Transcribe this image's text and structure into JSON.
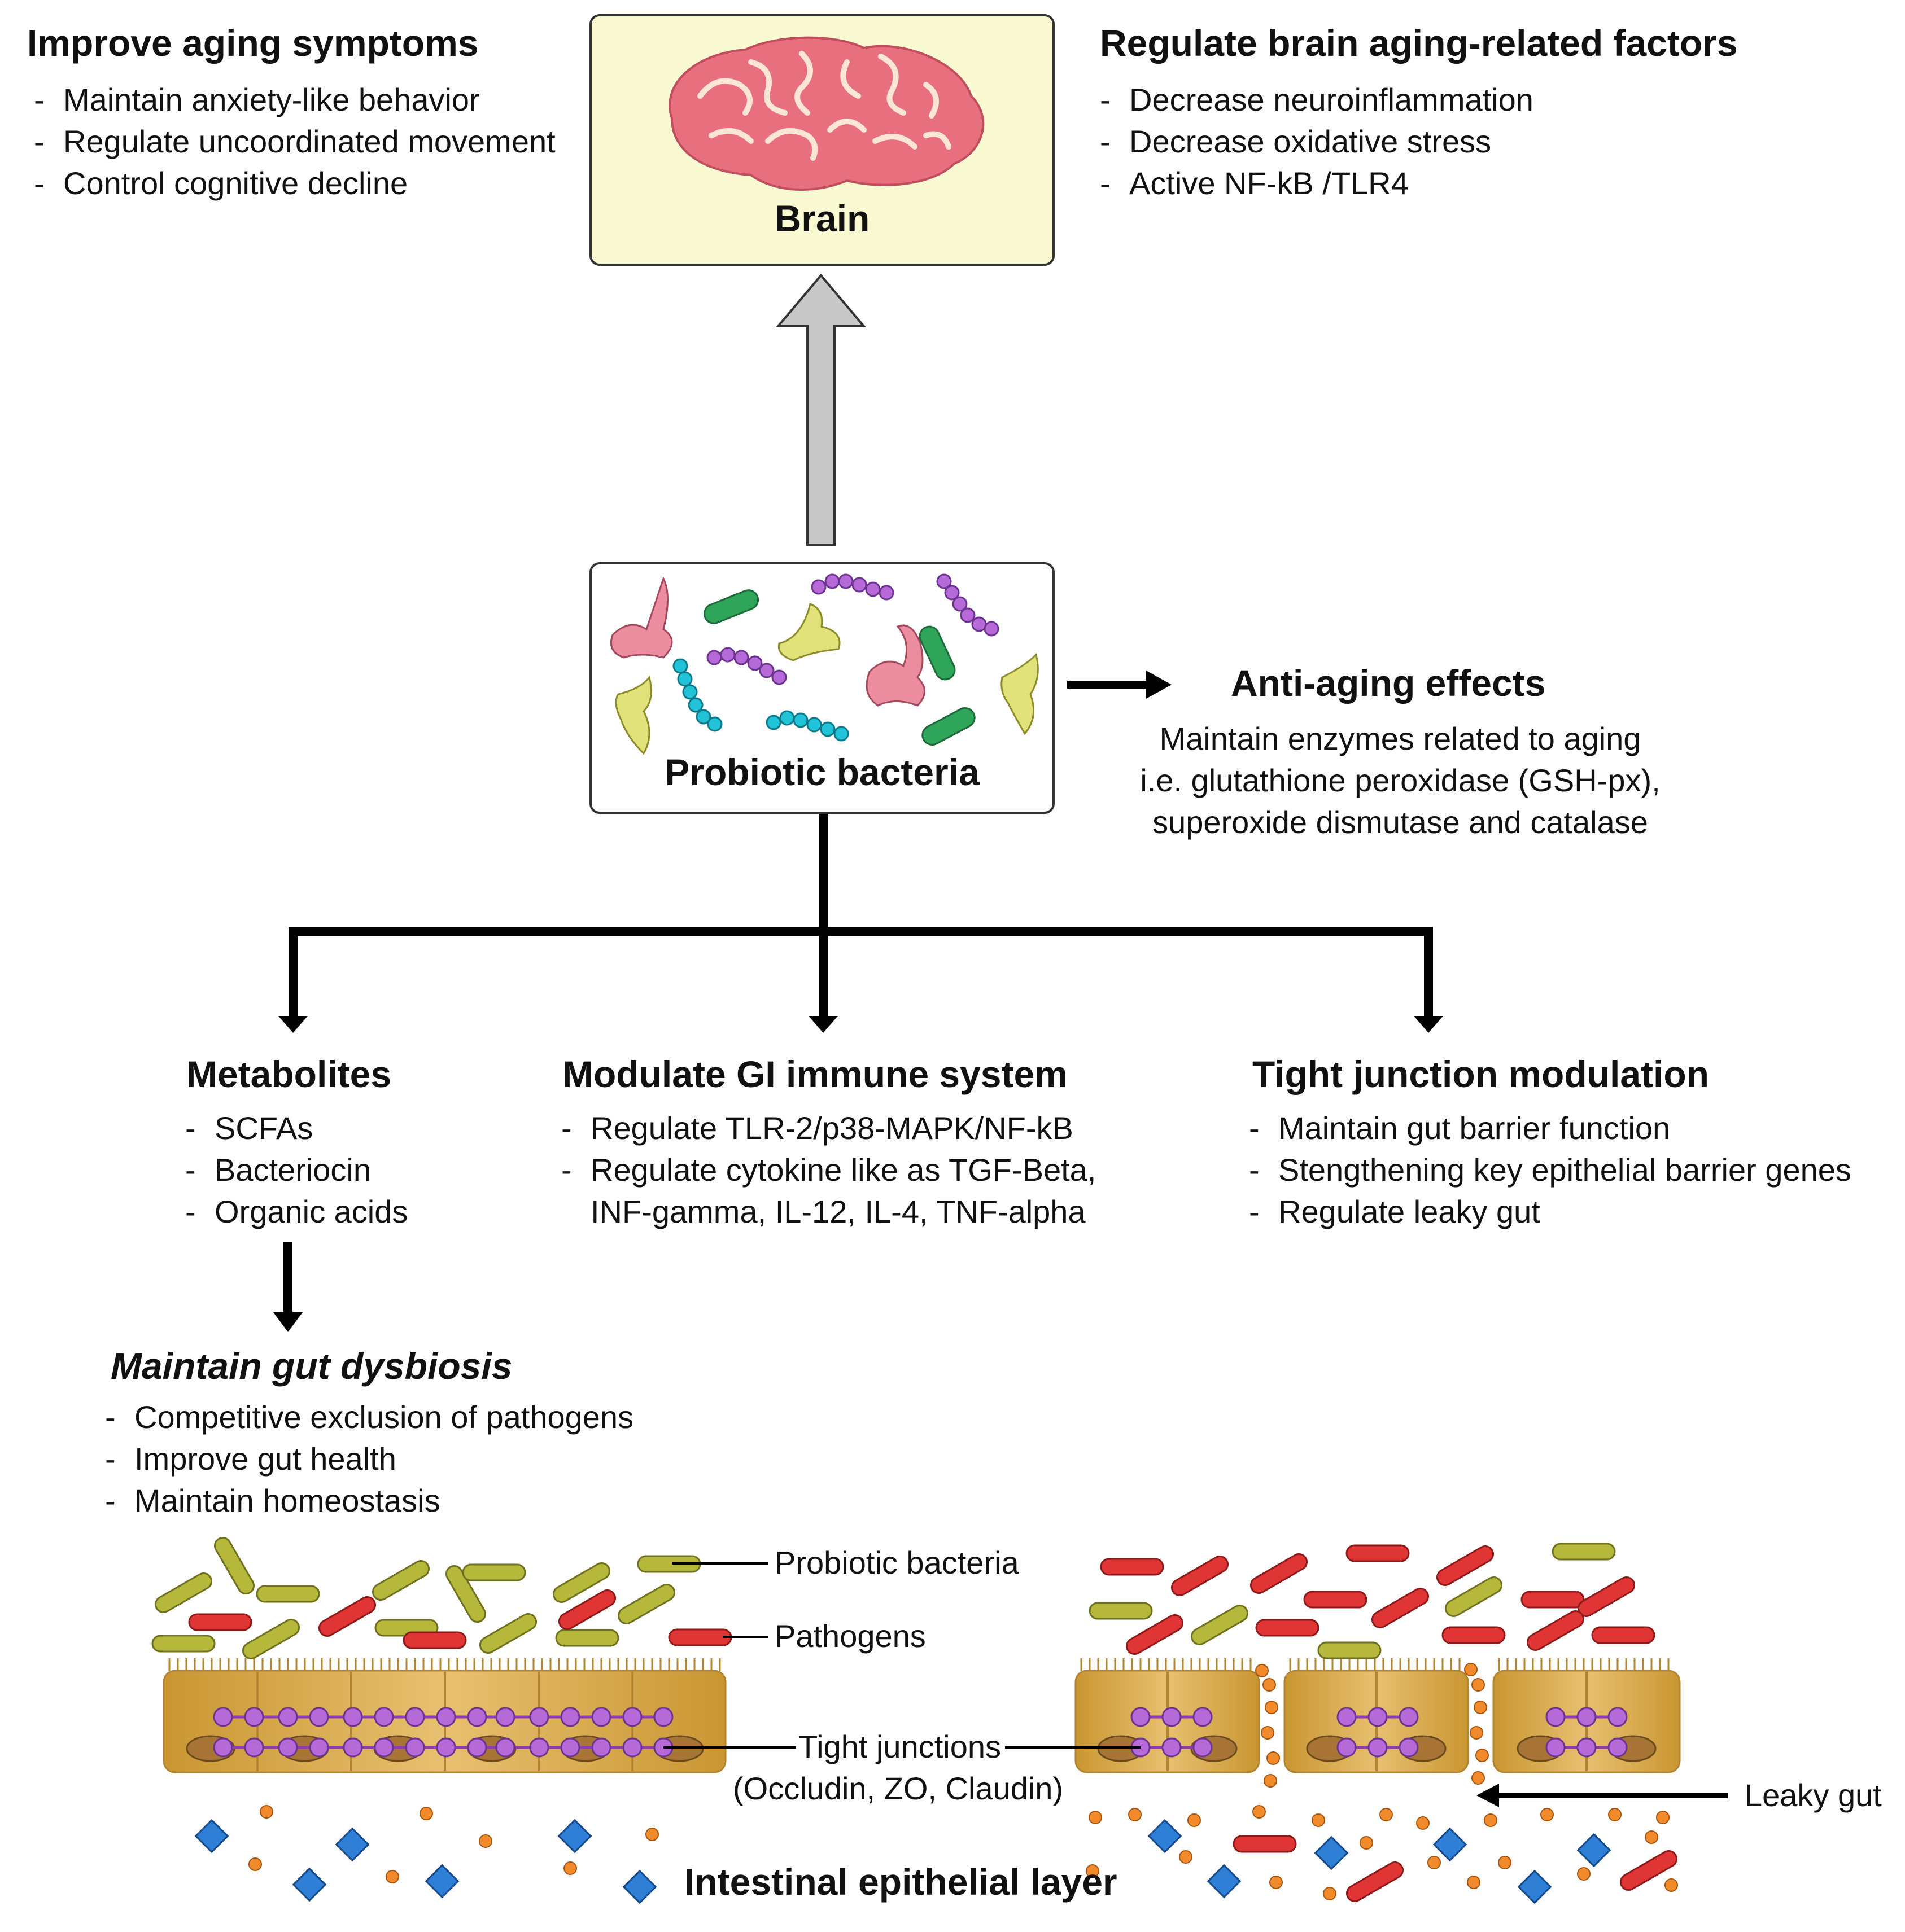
{
  "top_left": {
    "title": "Improve aging symptoms",
    "items": [
      "Maintain anxiety-like behavior",
      "Regulate uncoordinated movement",
      "Control cognitive decline"
    ]
  },
  "brain_box": {
    "label": "Brain"
  },
  "top_right": {
    "title": "Regulate brain aging-related factors",
    "items": [
      "Decrease neuroinflammation",
      "Decrease oxidative stress",
      "Active NF-kB /TLR4"
    ]
  },
  "probiotic_box": {
    "label": "Probiotic bacteria"
  },
  "anti_aging": {
    "title": "Anti-aging effects",
    "lines": [
      "Maintain enzymes related to aging",
      "i.e. glutathione peroxidase (GSH-px),",
      "superoxide dismutase and catalase"
    ]
  },
  "metabolites": {
    "title": "Metabolites",
    "items": [
      "SCFAs",
      "Bacteriocin",
      "Organic acids"
    ]
  },
  "immune": {
    "title": "Modulate GI immune system",
    "items": [
      "Regulate TLR-2/p38-MAPK/NF-kB",
      "Regulate cytokine like as TGF-Beta,"
    ],
    "continuation": "INF-gamma, IL-12, IL-4, TNF-alpha"
  },
  "tight_junction": {
    "title": "Tight junction modulation",
    "items": [
      "Maintain gut barrier function",
      "Stengthening key epithelial barrier genes",
      "Regulate leaky gut"
    ]
  },
  "dysbiosis": {
    "title": "Maintain gut dysbiosis",
    "items": [
      "Competitive exclusion of pathogens",
      "Improve gut health",
      "Maintain homeostasis"
    ]
  },
  "gut_labels": {
    "probiotic": "Probiotic bacteria",
    "pathogens": "Pathogens",
    "tight_junctions": "Tight junctions",
    "tight_junctions_detail": "(Occludin, ZO, Claudin)",
    "leaky_gut": "Leaky gut",
    "epithelial_layer": "Intestinal epithelial layer"
  },
  "colors": {
    "box_fill": "#fafad2",
    "brain_pink": "#e8707e",
    "arrow_gray": "#c8c8c8",
    "probiotic_olive": "#b5b83a",
    "pathogen_red": "#e03535",
    "epithelium": "#d9ab52",
    "junction_purple": "#a45ad0",
    "diamond_blue": "#2f7fd6",
    "particle_orange": "#f08a2a"
  }
}
